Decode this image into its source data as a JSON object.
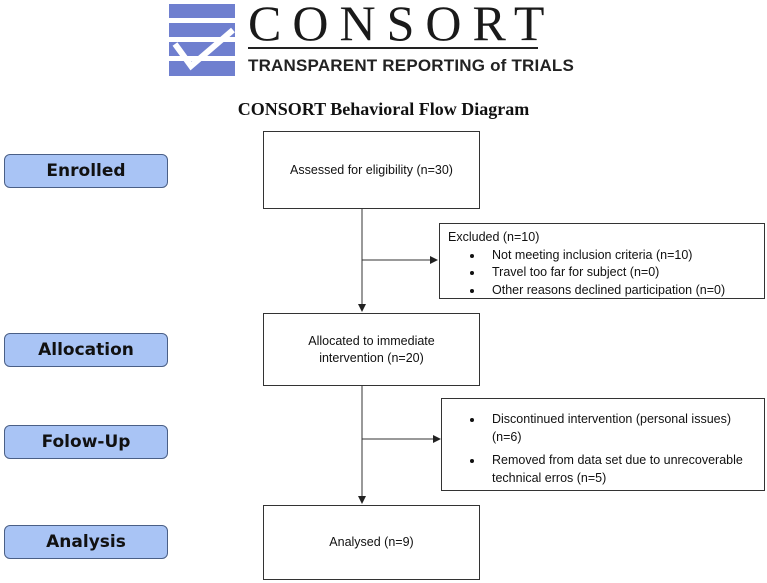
{
  "logo": {
    "wordmark": "CONSORT",
    "tagline": "TRANSPARENT REPORTING of TRIALS"
  },
  "title": "CONSORT Behavioral Flow Diagram",
  "stages": {
    "enrolled": "Enrolled",
    "allocation": "Allocation",
    "follow_up": "Folow-Up",
    "analysis": "Analysis"
  },
  "boxes": {
    "assessed": "Assessed for eligibility (n=30)",
    "allocated": "Allocated to immediate intervention (n=20)",
    "analysed": "Analysed (n=9)"
  },
  "excluded": {
    "heading": "Excluded (n=10)",
    "items": [
      "Not meeting inclusion criteria (n=10)",
      "Travel too far for subject (n=0)",
      "Other reasons declined participation (n=0)"
    ]
  },
  "followup_losses": {
    "items": [
      "Discontinued intervention (personal issues) (n=6)",
      "Removed from data set due to unrecoverable technical erros (n=5)"
    ]
  },
  "colors": {
    "stage_fill": "#a9c4f5",
    "logo_blue": "#6f7fcf",
    "line": "#333333"
  }
}
